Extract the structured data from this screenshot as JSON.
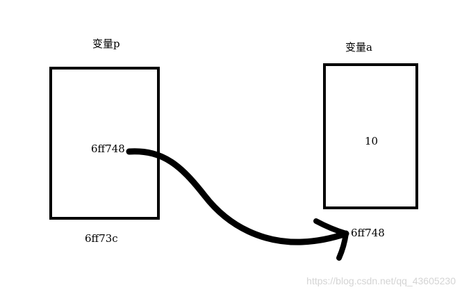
{
  "diagram": {
    "variable_p": {
      "title": "变量p",
      "value": "6ff748",
      "address": "6ff73c"
    },
    "variable_a": {
      "title": "变量a",
      "value": "10",
      "address": "6ff748"
    },
    "arrow": {
      "from": "variable_p.value",
      "to": "variable_a.address",
      "color": "#000000"
    },
    "watermark": "https://blog.csdn.net/qq_43605230"
  }
}
